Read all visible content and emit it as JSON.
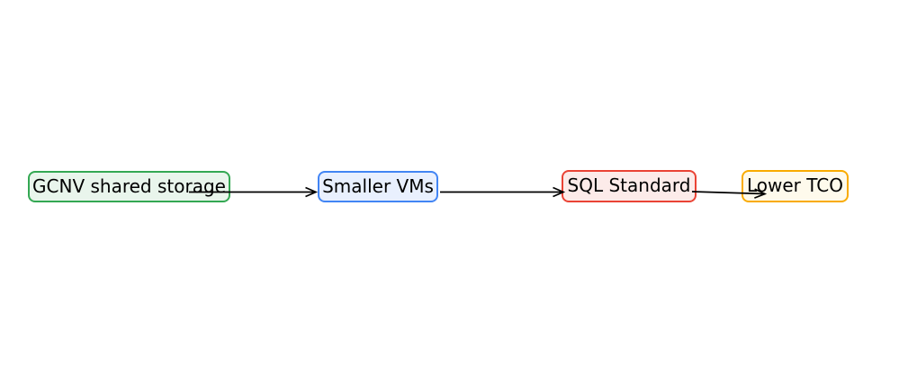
{
  "page": {
    "background_color": "#ffffff"
  },
  "diagram": {
    "type": "flow",
    "direction": "left-to-right",
    "arrow_color": "#000000",
    "text_color": "#000000",
    "nodes": [
      {
        "id": "gcnv-shared-storage",
        "label": "GCNV shared storage",
        "border_color": "#34a853",
        "fill_color": "#e9f5ec"
      },
      {
        "id": "smaller-vms",
        "label": "Smaller VMs",
        "border_color": "#4285f4",
        "fill_color": "#e9f0fe"
      },
      {
        "id": "sql-standard",
        "label": "SQL Standard",
        "border_color": "#ea4335",
        "fill_color": "#fcebe9"
      },
      {
        "id": "lower-tco",
        "label": "Lower TCO",
        "border_color": "#f9ab00",
        "fill_color": "#fefaec"
      }
    ],
    "edges": [
      {
        "from": "gcnv-shared-storage",
        "to": "smaller-vms"
      },
      {
        "from": "smaller-vms",
        "to": "sql-standard"
      },
      {
        "from": "sql-standard",
        "to": "lower-tco"
      }
    ]
  }
}
